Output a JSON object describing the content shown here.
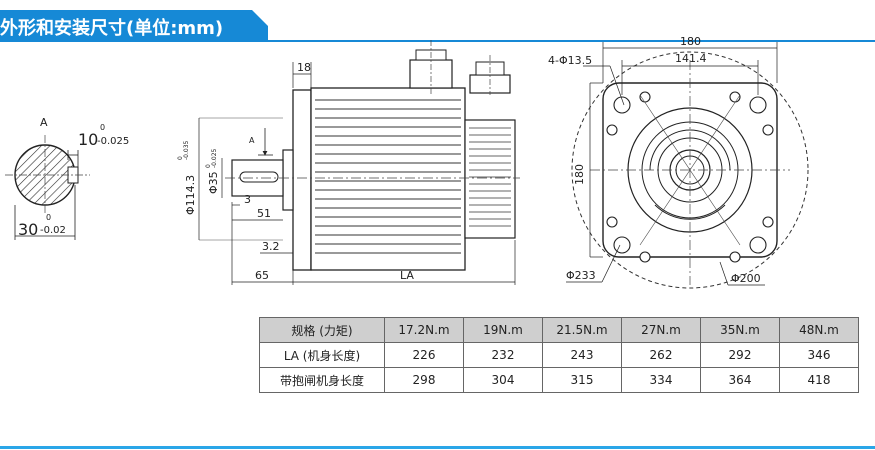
{
  "header": {
    "title": "外形和安装尺寸(单位:mm)"
  },
  "shaft_section": {
    "label": "A",
    "key_width": "10",
    "key_width_tol_upper": "0",
    "key_width_tol_lower": "-0.025",
    "shaft_height": "30",
    "shaft_height_tol_upper": "0",
    "shaft_height_tol_lower": "-0.02"
  },
  "side_view": {
    "dim_18": "18",
    "dim_114": "Φ114.3",
    "dim_114_tol_upper": "0",
    "dim_114_tol_lower": "-0.035",
    "dim_35": "Φ35",
    "dim_35_tol_upper": "0",
    "dim_35_tol_lower": "-0.025",
    "dim_3": "3",
    "dim_51": "51",
    "dim_3_2": "3.2",
    "dim_65": "65",
    "dim_la": "LA",
    "section_mark": "A"
  },
  "front_view": {
    "dim_180_top": "180",
    "dim_141": "141.4",
    "dim_holes": "4-Φ13.5",
    "dim_180_side": "180",
    "dim_233": "Φ233",
    "dim_200": "Φ200"
  },
  "table": {
    "headers": [
      "规格 (力矩)",
      "17.2N.m",
      "19N.m",
      "21.5N.m",
      "27N.m",
      "35N.m",
      "48N.m"
    ],
    "rows": [
      {
        "label": "LA (机身长度)",
        "values": [
          "226",
          "232",
          "243",
          "262",
          "292",
          "346"
        ]
      },
      {
        "label": "带抱闸机身长度",
        "values": [
          "298",
          "304",
          "315",
          "334",
          "364",
          "418"
        ]
      }
    ]
  }
}
